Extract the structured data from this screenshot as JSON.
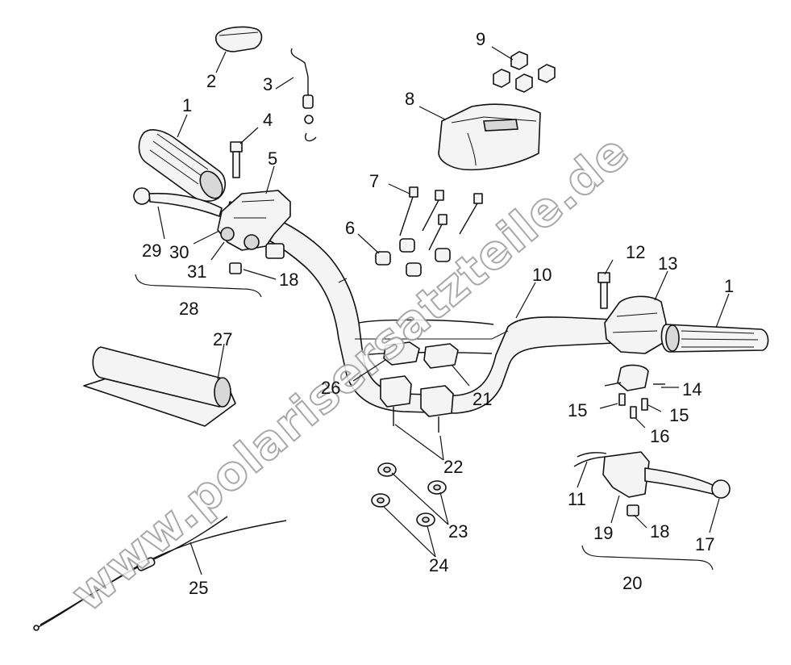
{
  "callouts": {
    "c1a": "1",
    "c2": "2",
    "c3": "3",
    "c4": "4",
    "c5": "5",
    "c6": "6",
    "c7": "7",
    "c8": "8",
    "c9": "9",
    "c10": "10",
    "c1b": "1",
    "c11": "11",
    "c12": "12",
    "c13": "13",
    "c14": "14",
    "c15a": "15",
    "c15b": "15",
    "c16": "16",
    "c17": "17",
    "c18a": "18",
    "c18b": "18",
    "c19": "19",
    "c20": "20",
    "c21": "21",
    "c22": "22",
    "c23": "23",
    "c24": "24",
    "c25": "25",
    "c26": "26",
    "c27": "27",
    "c28": "28",
    "c29": "29",
    "c30": "30",
    "c31": "31"
  },
  "watermark": "www.polarisersatzteile.de",
  "icons": {
    "grip": "grip-icon",
    "switch": "switch-housing-icon",
    "lever": "brake-lever-icon",
    "clamp": "clamp-icon"
  }
}
